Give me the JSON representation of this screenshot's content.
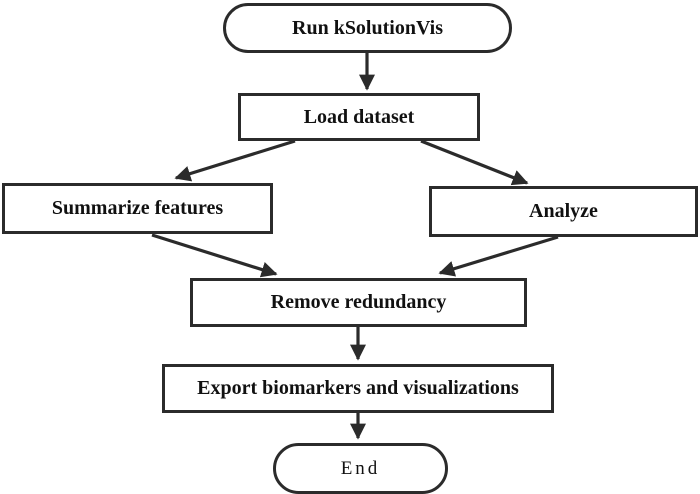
{
  "diagram": {
    "title": "kSolutionVis workflow flowchart",
    "colors": {
      "stroke": "#2b2b2b",
      "text": "#111111",
      "background": "#ffffff"
    },
    "nodes": [
      {
        "id": "start",
        "shape": "stadium",
        "label": "Run kSolutionVis"
      },
      {
        "id": "load",
        "shape": "rect",
        "label": "Load dataset"
      },
      {
        "id": "summarize",
        "shape": "rect",
        "label": "Summarize features"
      },
      {
        "id": "analyze",
        "shape": "rect",
        "label": "Analyze"
      },
      {
        "id": "remove",
        "shape": "rect",
        "label": "Remove redundancy"
      },
      {
        "id": "export",
        "shape": "rect",
        "label": "Export biomarkers and visualizations"
      },
      {
        "id": "end",
        "shape": "stadium",
        "label": "End"
      }
    ],
    "edges": [
      {
        "from": "start",
        "to": "load"
      },
      {
        "from": "load",
        "to": "summarize"
      },
      {
        "from": "load",
        "to": "analyze"
      },
      {
        "from": "summarize",
        "to": "remove"
      },
      {
        "from": "analyze",
        "to": "remove"
      },
      {
        "from": "remove",
        "to": "export"
      },
      {
        "from": "export",
        "to": "end"
      }
    ]
  }
}
